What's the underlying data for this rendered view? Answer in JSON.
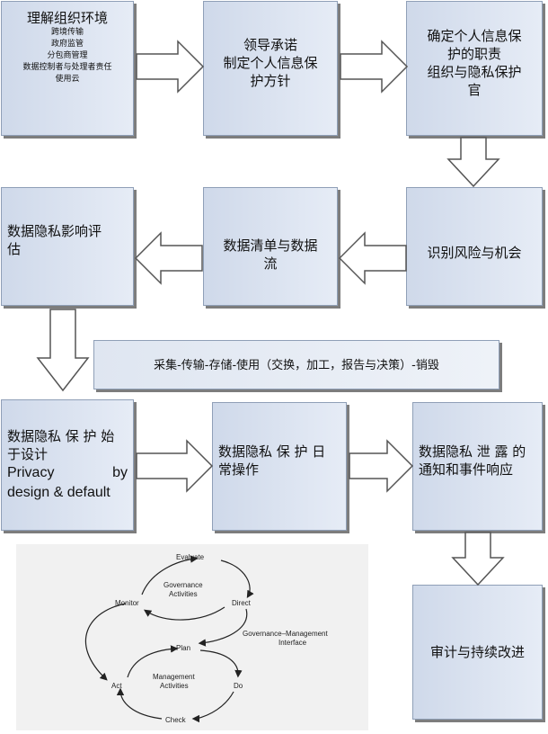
{
  "boxes": {
    "understand": {
      "title": "理解组织环境",
      "items": [
        "跨境传输",
        "政府监管",
        "分包商管理",
        "数据控制者与处理者责任",
        "使用云"
      ]
    },
    "leadership": {
      "lines": [
        "领导承诺",
        "制定个人信息保",
        "护方针"
      ]
    },
    "duties": {
      "lines": [
        "确定个人信息保",
        "护的职责",
        "组织与隐私保护",
        "官"
      ]
    },
    "identify_risk": {
      "text": "识别风险与机会"
    },
    "inventory": {
      "lines": [
        "数据清单与数据",
        "流"
      ]
    },
    "dpia": {
      "lines": [
        "数据隐私影响评",
        "估"
      ]
    },
    "lifecycle": {
      "text": "采集-传输-存储-使用（交换，加工，报告与决策）-销毁"
    },
    "privacy_design": {
      "lines": [
        "数据隐私 保 护 始",
        "于设计"
      ],
      "en_line1_left": "Privacy",
      "en_line1_right": "by",
      "en_line2": "design & default"
    },
    "daily_ops": {
      "lines": [
        "数据隐私 保 护 日",
        "常操作"
      ]
    },
    "breach": {
      "lines": [
        "数据隐私 泄 露 的",
        "通知和事件响应"
      ]
    },
    "audit": {
      "text": "审计与持续改进"
    }
  },
  "cycle": {
    "evaluate": "Evaluate",
    "direct": "Direct",
    "monitor": "Monitor",
    "governance_line1": "Governance",
    "governance_line2": "Activities",
    "interface_line1": "Governance–Management",
    "interface_line2": "Interface",
    "plan": "Plan",
    "do": "Do",
    "check": "Check",
    "act": "Act",
    "management_line1": "Management",
    "management_line2": "Activities"
  }
}
